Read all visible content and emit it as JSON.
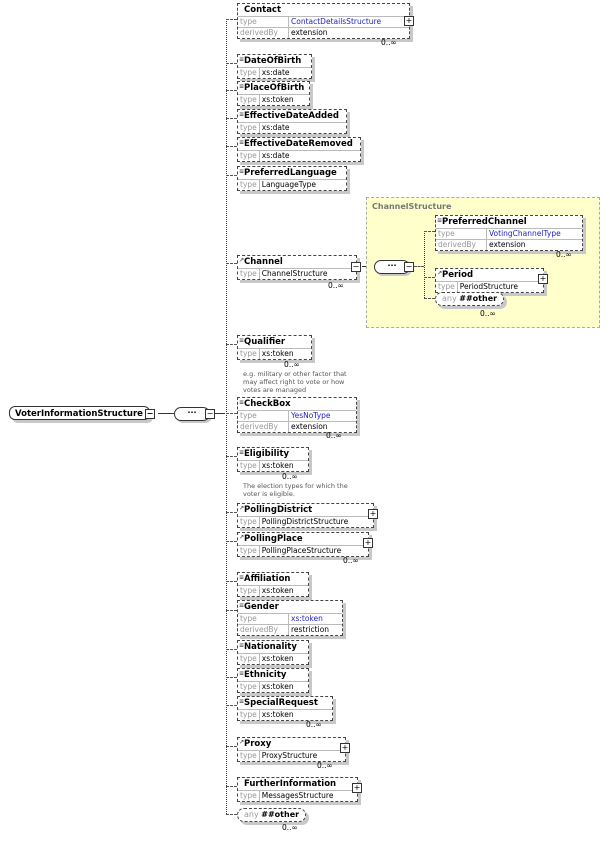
{
  "root": {
    "name": "VoterInformationStructure",
    "compositor": "sequence"
  },
  "labels": {
    "type": "type",
    "derivedBy": "derivedBy",
    "any": "any"
  },
  "elements": [
    {
      "name": "Contact",
      "type": "ContactDetailsStructure",
      "type_link": true,
      "derivedBy": "extension",
      "cardinality": "0..∞",
      "expandable": true
    },
    {
      "name": "DateOfBirth",
      "type": "xs:date"
    },
    {
      "name": "PlaceOfBirth",
      "type": "xs:token"
    },
    {
      "name": "EffectiveDateAdded",
      "type": "xs:date"
    },
    {
      "name": "EffectiveDateRemoved",
      "type": "xs:date"
    },
    {
      "name": "PreferredLanguage",
      "type": "LanguageType"
    },
    {
      "name": "Channel",
      "type": "ChannelStructure",
      "cardinality": "0..∞",
      "expanded": true
    },
    {
      "name": "Qualifier",
      "type": "xs:token",
      "cardinality": "0..∞",
      "note": "e.g. military or other factor that may affect right to vote or how votes are managed"
    },
    {
      "name": "CheckBox",
      "type": "YesNoType",
      "type_link": true,
      "derivedBy": "extension",
      "cardinality": "0..∞"
    },
    {
      "name": "Eligibility",
      "type": "xs:token",
      "cardinality": "0..∞",
      "note": "The election types for which the voter is eligible."
    },
    {
      "name": "PollingDistrict",
      "type": "PollingDistrictStructure",
      "expandable": true
    },
    {
      "name": "PollingPlace",
      "type": "PollingPlaceStructure",
      "cardinality": "0..∞",
      "expandable": true
    },
    {
      "name": "Affiliation",
      "type": "xs:token"
    },
    {
      "name": "Gender",
      "type": "xs:token",
      "type_link": true,
      "derivedBy": "restriction"
    },
    {
      "name": "Nationality",
      "type": "xs:token"
    },
    {
      "name": "Ethnicity",
      "type": "xs:token"
    },
    {
      "name": "SpecialRequest",
      "type": "xs:token",
      "cardinality": "0..∞"
    },
    {
      "name": "Proxy",
      "type": "ProxyStructure",
      "cardinality": "0..∞",
      "expandable": true
    },
    {
      "name": "FurtherInformation",
      "type": "MessagesStructure",
      "expandable": true
    }
  ],
  "any_other": {
    "value": "##other",
    "cardinality": "0..∞"
  },
  "channel_structure": {
    "title": "ChannelStructure",
    "elements": [
      {
        "name": "PreferredChannel",
        "type": "VotingChannelType",
        "type_link": true,
        "derivedBy": "extension",
        "cardinality": "0..∞"
      },
      {
        "name": "Period",
        "type": "PeriodStructure",
        "expandable": true
      }
    ],
    "any_other": {
      "value": "##other",
      "cardinality": "0..∞"
    }
  },
  "colors": {
    "link": "#2222cc",
    "group_bg": "#ffffcc",
    "shadow": "#c8c8c8"
  }
}
